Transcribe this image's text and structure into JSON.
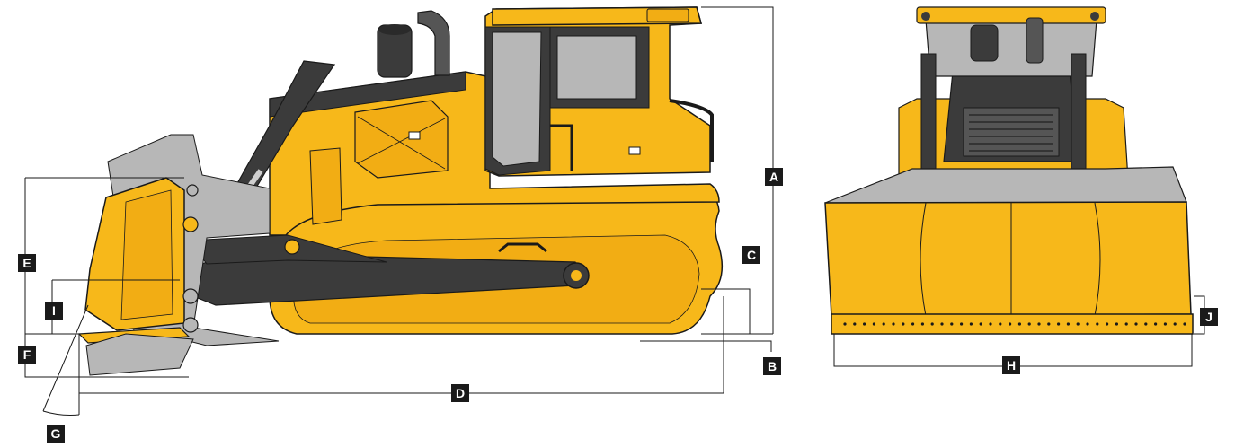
{
  "colors": {
    "body": "#f7b81a",
    "body_shade": "#e9a312",
    "dark": "#3b3b3b",
    "grey": "#b7b7b7",
    "outline": "#1a1a1a",
    "dim_line": "#1a1a1a"
  },
  "labels": {
    "A": "A",
    "B": "B",
    "C": "C",
    "D": "D",
    "E": "E",
    "F": "F",
    "G": "G",
    "H": "H",
    "I": "I",
    "J": "J"
  }
}
